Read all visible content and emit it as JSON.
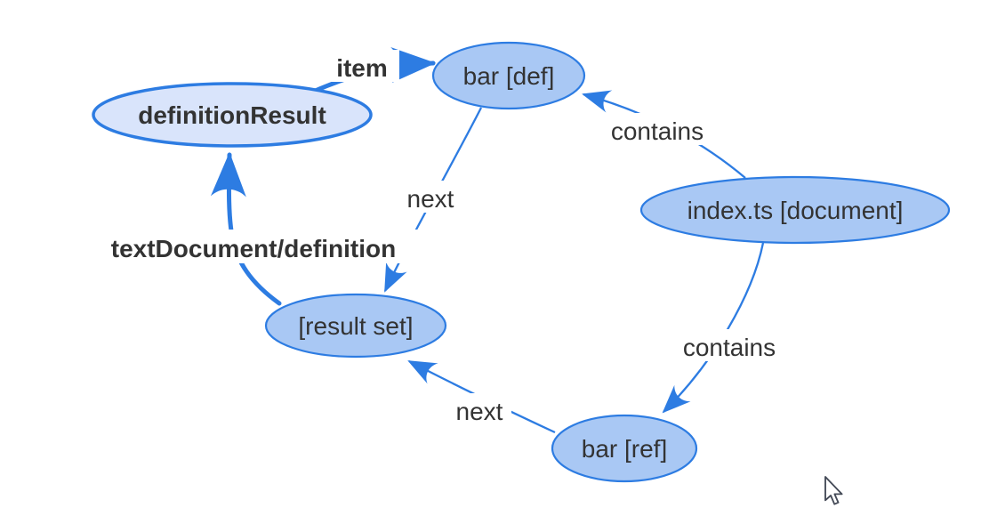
{
  "diagram": {
    "type": "graph",
    "nodes": [
      {
        "id": "definitionResult",
        "label": "definitionResult",
        "emphasis": "bold",
        "fill": "#d9e4fb"
      },
      {
        "id": "bar-def",
        "label": "bar [def]",
        "emphasis": "normal",
        "fill": "#a9c8f4"
      },
      {
        "id": "index-ts-document",
        "label": "index.ts [document]",
        "emphasis": "normal",
        "fill": "#a9c8f4"
      },
      {
        "id": "result-set",
        "label": "[result set]",
        "emphasis": "normal",
        "fill": "#a9c8f4"
      },
      {
        "id": "bar-ref",
        "label": "bar [ref]",
        "emphasis": "normal",
        "fill": "#a9c8f4"
      }
    ],
    "edges": [
      {
        "from": "definitionResult",
        "to": "bar-def",
        "label": "item",
        "style": "thick-bold"
      },
      {
        "from": "index-ts-document",
        "to": "bar-def",
        "label": "contains",
        "style": "thin"
      },
      {
        "from": "bar-def",
        "to": "result-set",
        "label": "next",
        "style": "thin"
      },
      {
        "from": "index-ts-document",
        "to": "bar-ref",
        "label": "contains",
        "style": "thin"
      },
      {
        "from": "bar-ref",
        "to": "result-set",
        "label": "next",
        "style": "thin"
      },
      {
        "from": "result-set",
        "to": "definitionResult",
        "label": "textDocument/definition",
        "style": "thick-bold"
      }
    ],
    "colors": {
      "edge": "#2d7ce2",
      "node_fill": "#a9c8f4",
      "node_fill_light": "#d9e4fb",
      "node_stroke": "#2d7ce2",
      "text": "#333333",
      "background": "#ffffff"
    },
    "cursor_icon": "arrow-pointer"
  }
}
